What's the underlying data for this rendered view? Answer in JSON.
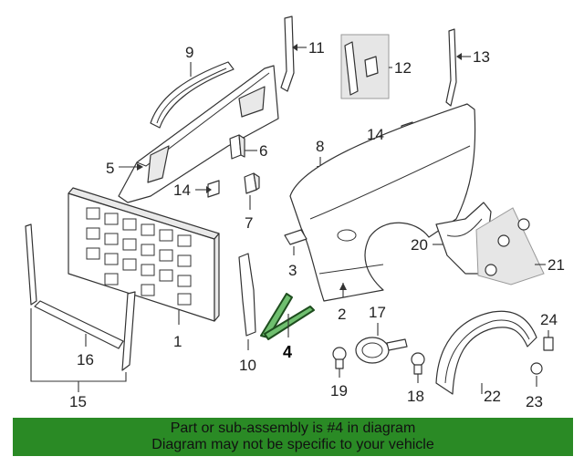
{
  "callouts": {
    "c1": "1",
    "c2": "2",
    "c3": "3",
    "c4": "4",
    "c5": "5",
    "c6": "6",
    "c7": "7",
    "c8": "8",
    "c9": "9",
    "c10": "10",
    "c11": "11",
    "c12": "12",
    "c13": "13",
    "c14a": "14",
    "c14b": "14",
    "c15": "15",
    "c16": "16",
    "c17": "17",
    "c19": "19",
    "c18": "18",
    "c20": "20",
    "c21": "21",
    "c22": "22",
    "c23": "23",
    "c24": "24"
  },
  "banner": {
    "line1": "Part or sub-assembly is #4 in diagram",
    "line2": "Diagram may not be specific to your vehicle"
  },
  "colors": {
    "highlight": "#6fbf6f",
    "banner": "#2a8a25"
  },
  "highlighted_part": "4"
}
